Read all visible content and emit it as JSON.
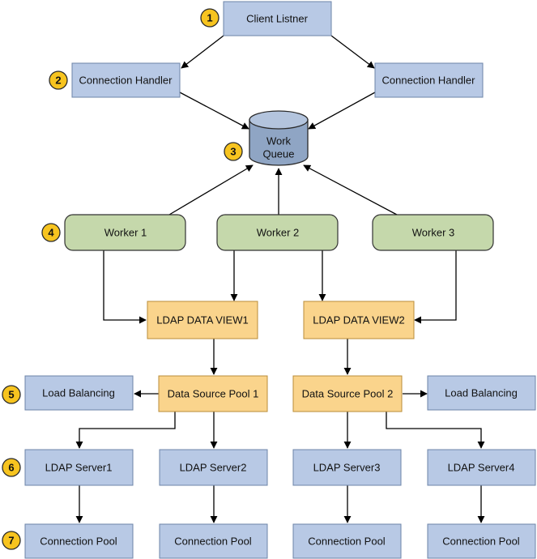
{
  "nodes": {
    "client_listener": "Client Listner",
    "conn_handler_left": "Connection Handler",
    "conn_handler_right": "Connection Handler",
    "work_queue_line1": "Work",
    "work_queue_line2": "Queue",
    "worker_1": "Worker 1",
    "worker_2": "Worker 2",
    "worker_3": "Worker 3",
    "ldap_data_view_1": "LDAP DATA VIEW1",
    "ldap_data_view_2": "LDAP DATA VIEW2",
    "load_balancing_left": "Load Balancing",
    "data_source_pool_1": "Data Source Pool 1",
    "data_source_pool_2": "Data Source Pool 2",
    "load_balancing_right": "Load Balancing",
    "ldap_server_1": "LDAP Server1",
    "ldap_server_2": "LDAP Server2",
    "ldap_server_3": "LDAP Server3",
    "ldap_server_4": "LDAP Server4",
    "connection_pool_1": "Connection Pool",
    "connection_pool_2": "Connection Pool",
    "connection_pool_3": "Connection Pool",
    "connection_pool_4": "Connection Pool"
  },
  "badges": [
    "1",
    "2",
    "3",
    "4",
    "5",
    "6",
    "7"
  ],
  "colors": {
    "blue_box": "#b8c9e5",
    "green_box": "#c5d8ab",
    "yellow_box": "#fad48c",
    "badge": "#f7c41f",
    "queue": "#8fa5c4"
  }
}
